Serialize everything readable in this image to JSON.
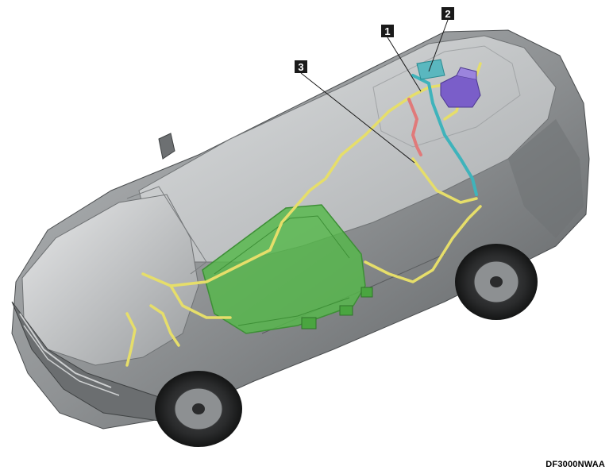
{
  "callouts": [
    {
      "id": "1",
      "label": "1"
    },
    {
      "id": "2",
      "label": "2"
    },
    {
      "id": "3",
      "label": "3"
    }
  ],
  "figure_code": "DF3000NWAA",
  "colors": {
    "body": "#8f9294",
    "body_dark": "#5e6163",
    "glass": "#c9cbcd",
    "harness": "#e6de6a",
    "battery": "#55b84a",
    "battery_dark": "#3d8f36",
    "cable_red": "#e07a7a",
    "cable_cyan": "#3fb3bb",
    "module_purple": "#7a5ec9"
  }
}
